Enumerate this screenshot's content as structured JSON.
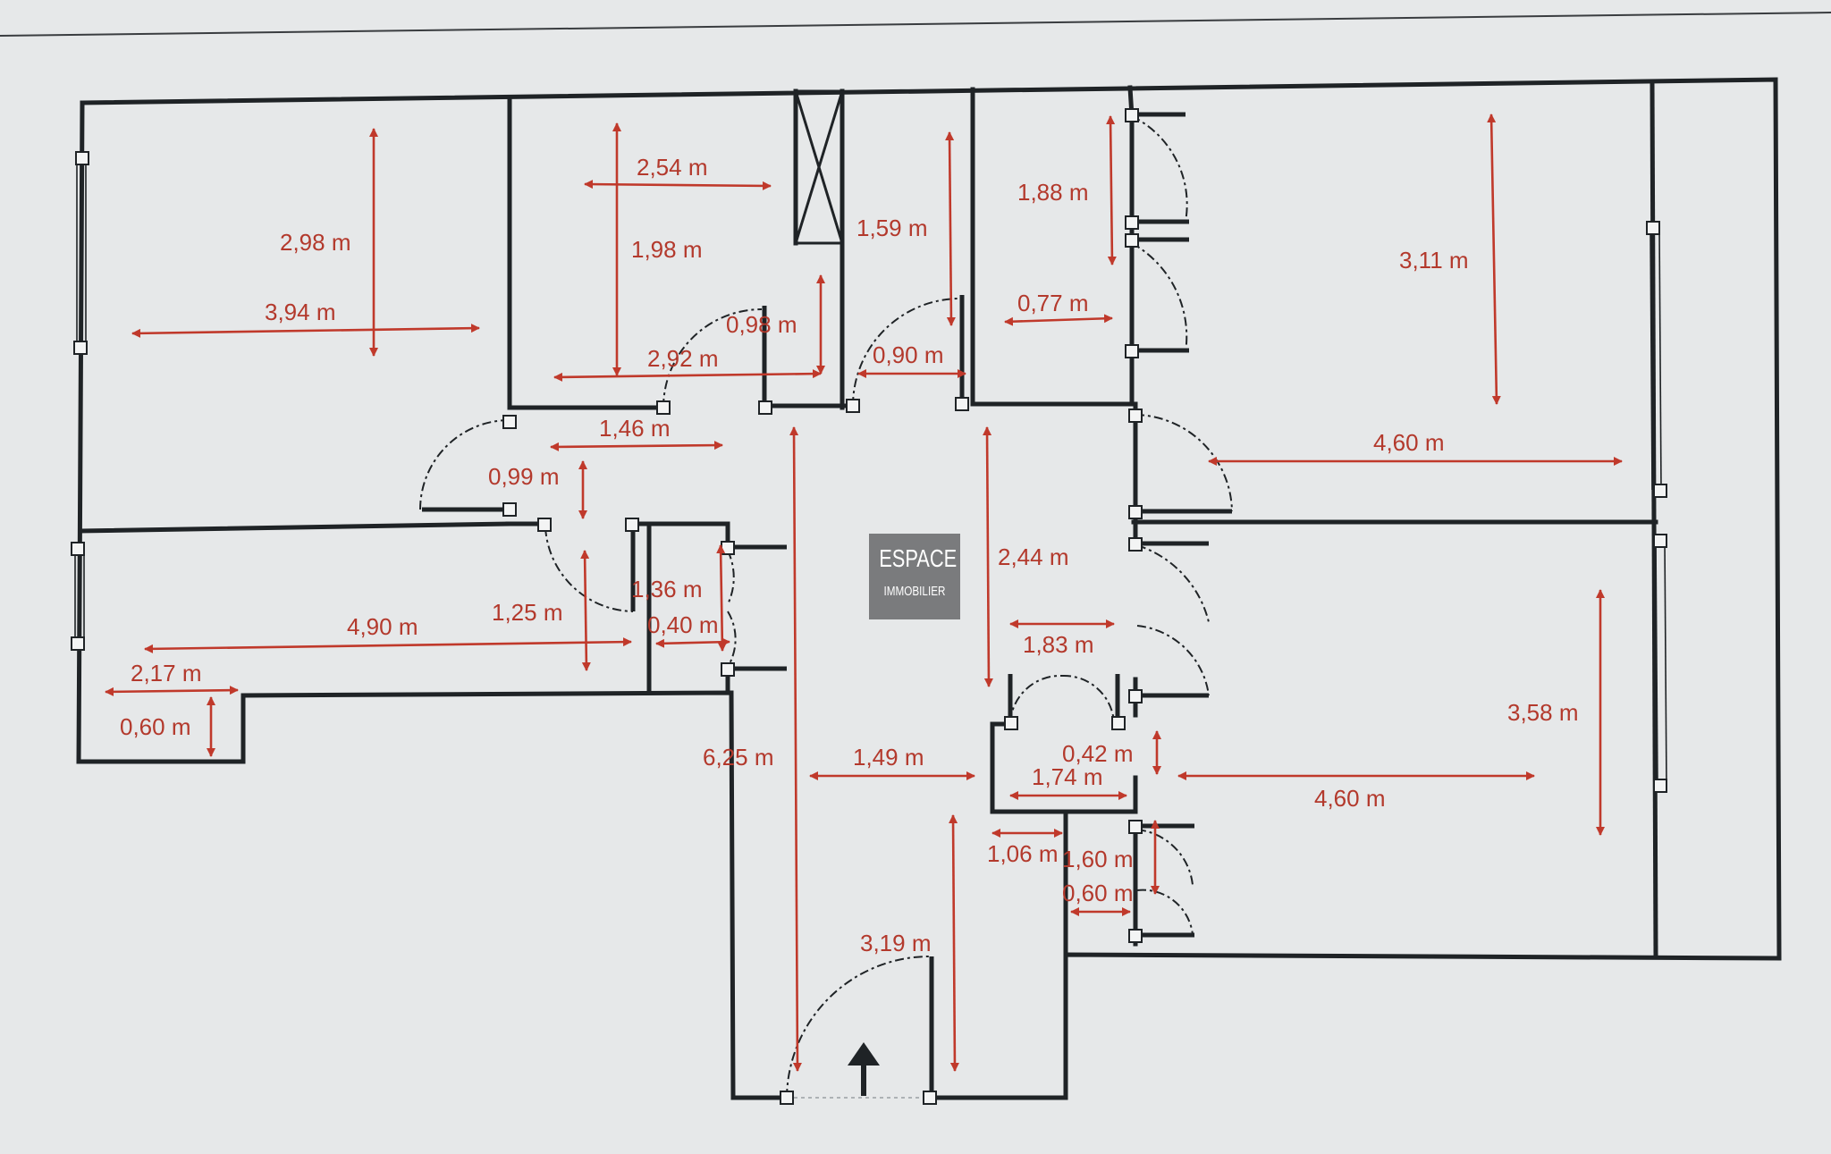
{
  "logo": {
    "line1": "ESPACE",
    "line2": "IMMOBILIER"
  },
  "colors": {
    "background": "#e6e8e9",
    "wall": "#1f2326",
    "dimension": "#c0392b",
    "logo_bg": "#7a7b7d"
  },
  "dimensions": [
    {
      "id": "d-298",
      "text": "2,98 m",
      "orient": "v"
    },
    {
      "id": "d-394",
      "text": "3,94 m",
      "orient": "h"
    },
    {
      "id": "d-254",
      "text": "2,54 m",
      "orient": "h"
    },
    {
      "id": "d-198",
      "text": "1,98 m",
      "orient": "v"
    },
    {
      "id": "d-098",
      "text": "0,98 m",
      "orient": "v"
    },
    {
      "id": "d-292",
      "text": "2,92 m",
      "orient": "h"
    },
    {
      "id": "d-159",
      "text": "1,59 m",
      "orient": "v"
    },
    {
      "id": "d-090",
      "text": "0,90 m",
      "orient": "h"
    },
    {
      "id": "d-188",
      "text": "1,88 m",
      "orient": "v"
    },
    {
      "id": "d-077",
      "text": "0,77 m",
      "orient": "h"
    },
    {
      "id": "d-311",
      "text": "3,11 m",
      "orient": "v"
    },
    {
      "id": "d-460a",
      "text": "4,60 m",
      "orient": "h"
    },
    {
      "id": "d-146",
      "text": "1,46 m",
      "orient": "h"
    },
    {
      "id": "d-099",
      "text": "0,99 m",
      "orient": "v"
    },
    {
      "id": "d-244",
      "text": "2,44 m",
      "orient": "v"
    },
    {
      "id": "d-136",
      "text": "1,36 m",
      "orient": "v"
    },
    {
      "id": "d-125",
      "text": "1,25 m",
      "orient": "v"
    },
    {
      "id": "d-040",
      "text": "0,40 m",
      "orient": "h"
    },
    {
      "id": "d-490",
      "text": "4,90 m",
      "orient": "h"
    },
    {
      "id": "d-217",
      "text": "2,17 m",
      "orient": "h"
    },
    {
      "id": "d-060a",
      "text": "0,60 m",
      "orient": "v"
    },
    {
      "id": "d-183",
      "text": "1,83 m",
      "orient": "h"
    },
    {
      "id": "d-358",
      "text": "3,58 m",
      "orient": "v"
    },
    {
      "id": "d-625",
      "text": "6,25 m",
      "orient": "v"
    },
    {
      "id": "d-149",
      "text": "1,49 m",
      "orient": "h"
    },
    {
      "id": "d-042",
      "text": "0,42 m",
      "orient": "v"
    },
    {
      "id": "d-174",
      "text": "1,74 m",
      "orient": "h"
    },
    {
      "id": "d-460b",
      "text": "4,60 m",
      "orient": "h"
    },
    {
      "id": "d-106",
      "text": "1,06 m",
      "orient": "h"
    },
    {
      "id": "d-160",
      "text": "1,60 m",
      "orient": "v"
    },
    {
      "id": "d-060b",
      "text": "0,60 m",
      "orient": "h"
    },
    {
      "id": "d-319",
      "text": "3,19 m",
      "orient": "v"
    }
  ],
  "entrance_arrow": "up-arrow-icon"
}
